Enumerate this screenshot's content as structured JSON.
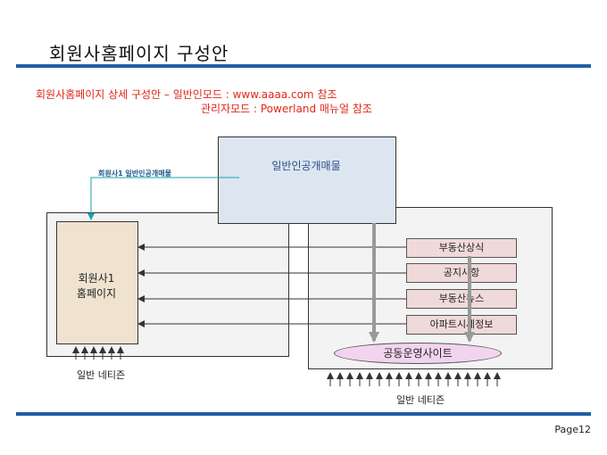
{
  "title": "회원사홈페이지 구성안",
  "subtitle": {
    "line1": "회원사홈페이지 상세 구성안 –  일반인모드 : www.aaaa.com 참조",
    "line2": "관리자모드 : Powerland 매뉴얼 참조"
  },
  "public_listing_box": {
    "label": "일반인공개매물"
  },
  "callout_label": "회원사1 일반인공개매물",
  "member_homepage": {
    "line1": "회원사1",
    "line2": "홈페이지"
  },
  "menu_items": [
    "부동산상식",
    "공지사항",
    "부동산뉴스",
    "아파트시세정보"
  ],
  "shared_site": "공동운영사이트",
  "citizens_left": "일반 네티즌",
  "citizens_right": "일반 네티즌",
  "page_number": "Page12",
  "colors": {
    "rule": "#1f5fa6",
    "subtitle": "#e0271a",
    "callout": "#1aa0a8",
    "arrow": "#333333",
    "thick_arrow": "#999999"
  }
}
